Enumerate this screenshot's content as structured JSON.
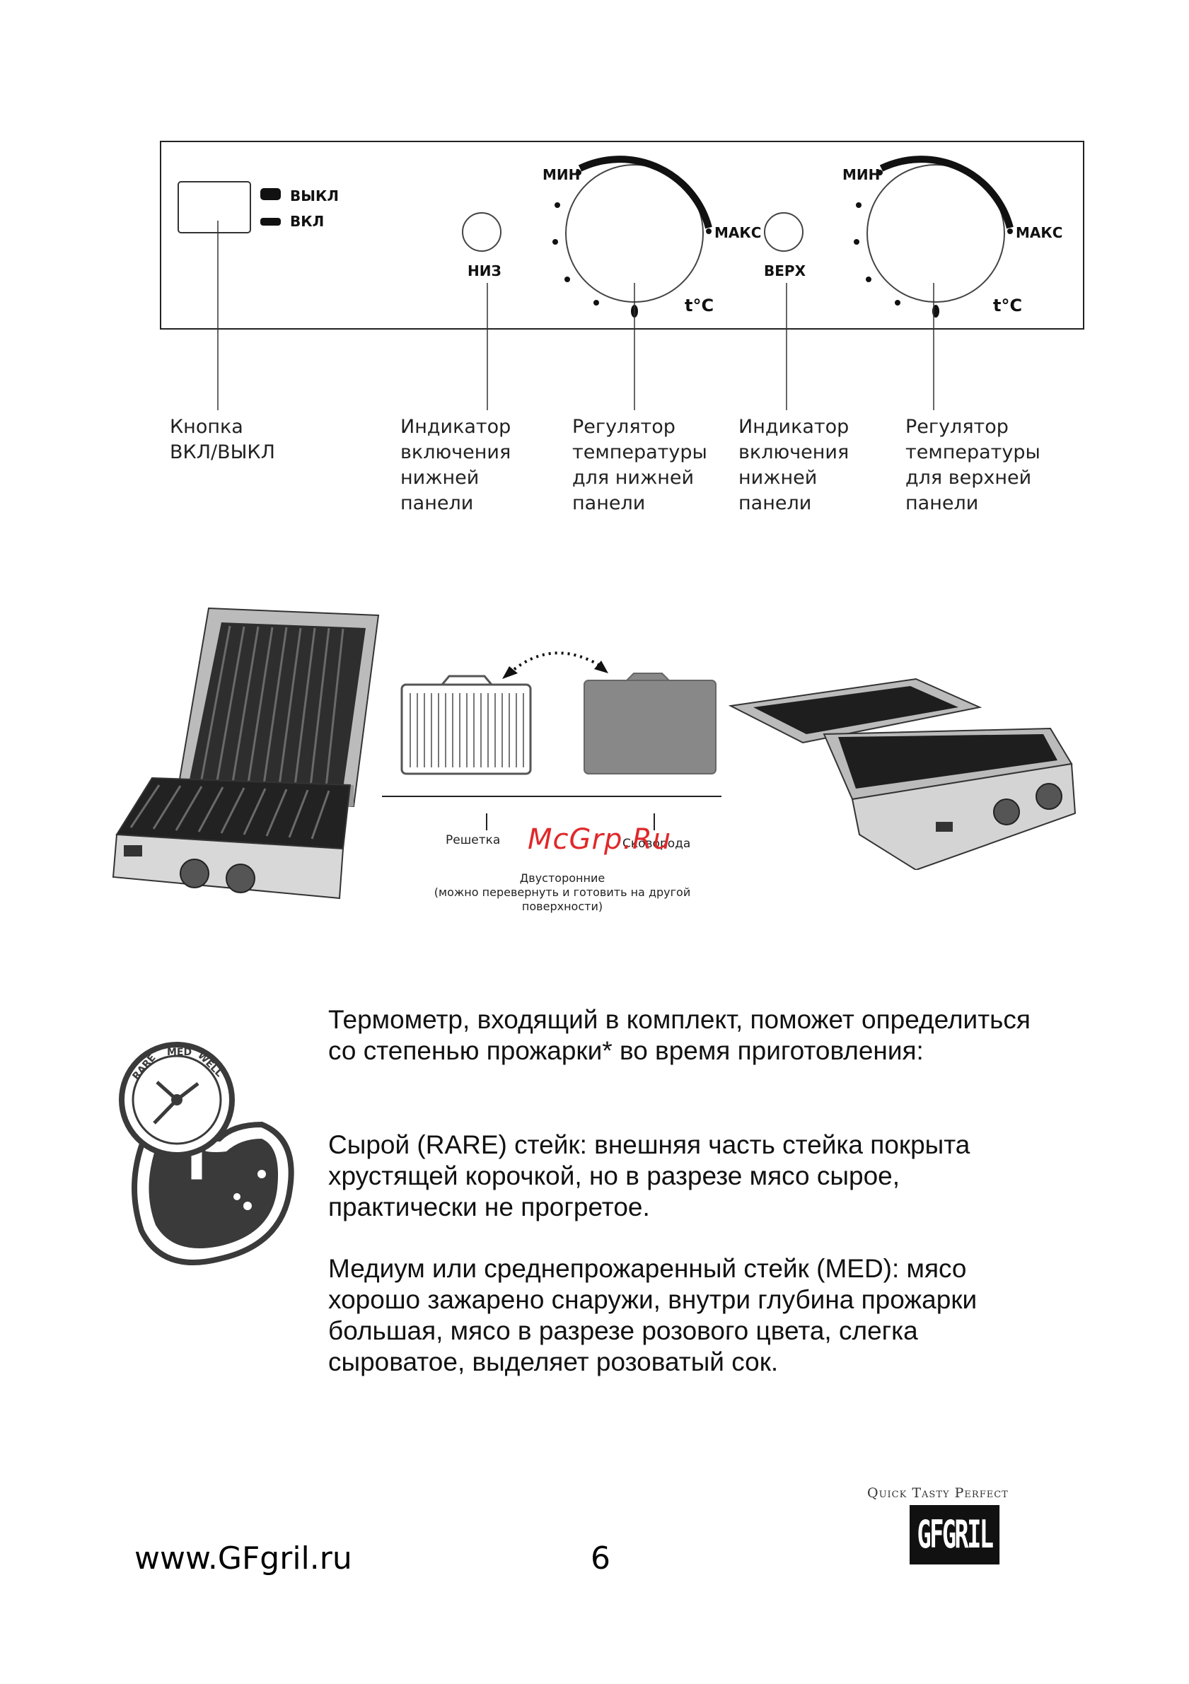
{
  "control_panel": {
    "power_off_label": "ВЫКЛ",
    "power_on_label": "ВКЛ",
    "bottom_indicator_label": "НИЗ",
    "top_indicator_label": "ВЕРХ",
    "min_label": "МИН",
    "max_label": "МАКС",
    "temp_unit": "t°C"
  },
  "callouts": [
    "Кнопка\nВКЛ/ВЫКЛ",
    "Индикатор\nвключения\nнижней панели",
    "Регулятор\nтемпературы\nдля нижней\nпанели",
    "Индикатор\nвключения\nнижней панели",
    "Регулятор\nтемпературы\n для верхней\nпанели"
  ],
  "plates": {
    "grill_label": "Решетка",
    "griddle_label": "Сковорода",
    "reversible_note": "Двусторонние\n(можно перевернуть и готовить на другой\nповерхности)"
  },
  "watermark": "McGrp.Ru",
  "thermometer_icon": {
    "scale_labels": [
      "RARE",
      "MED",
      "WELL"
    ]
  },
  "paragraphs": [
    "Термометр, входящий в комплект, поможет определиться со степенью прожарки* во время приготовления:",
    "Сырой (RARE) стейк: внешняя часть стейка покрыта хрустящей корочкой, но в разрезе мясо сырое, практически не прогретое.",
    "Медиум или среднепрожаренный стейк (MED): мясо хорошо зажарено снаружи, внутри глубина прожарки большая, мясо в разрезе розового цвета, слегка сыроватое, выделяет розоватый сок."
  ],
  "footer": {
    "url": "www.GFgril.ru",
    "page_number": "6",
    "tagline": "Quick Tasty Perfect",
    "logo_text": "GFGRIL"
  }
}
